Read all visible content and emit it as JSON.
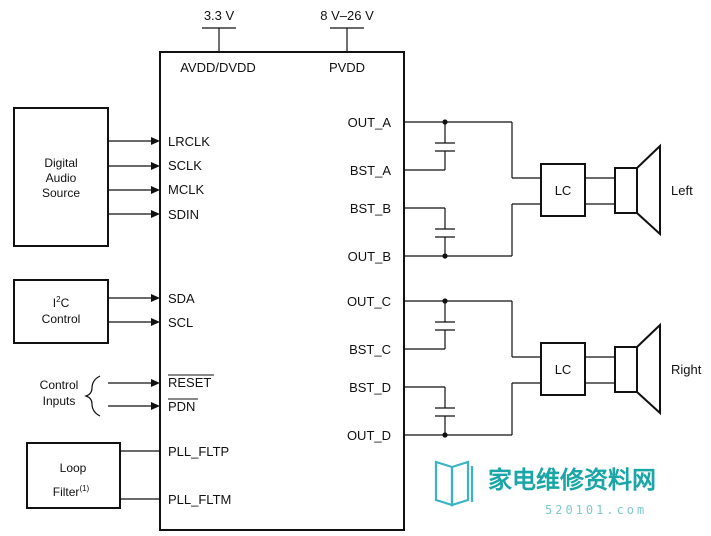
{
  "supplies": {
    "low": "3.3 V",
    "high": "8 V–26 V"
  },
  "chip": {
    "avdd": "AVDD/DVDD",
    "pvdd": "PVDD",
    "left_pins": [
      "LRCLK",
      "SCLK",
      "MCLK",
      "SDIN",
      "SDA",
      "SCL",
      "RESET",
      "PDN",
      "PLL_FLTP",
      "PLL_FLTM"
    ],
    "right_pins": [
      "OUT_A",
      "BST_A",
      "BST_B",
      "OUT_B",
      "OUT_C",
      "BST_C",
      "BST_D",
      "OUT_D"
    ]
  },
  "blocks": {
    "digital_audio": [
      "Digital",
      "Audio",
      "Source"
    ],
    "i2c": {
      "prefix": "I",
      "sup": "2",
      "suffix": "C",
      "line2": "Control"
    },
    "control_inputs": [
      "Control",
      "Inputs"
    ],
    "loop_filter": {
      "line1": "Loop",
      "line2": "Filter",
      "note": "(1)"
    },
    "lc": "LC"
  },
  "speakers": {
    "left": "Left",
    "right": "Right"
  },
  "watermark": {
    "brand": "家电维修资料网",
    "site": "520101.com"
  }
}
